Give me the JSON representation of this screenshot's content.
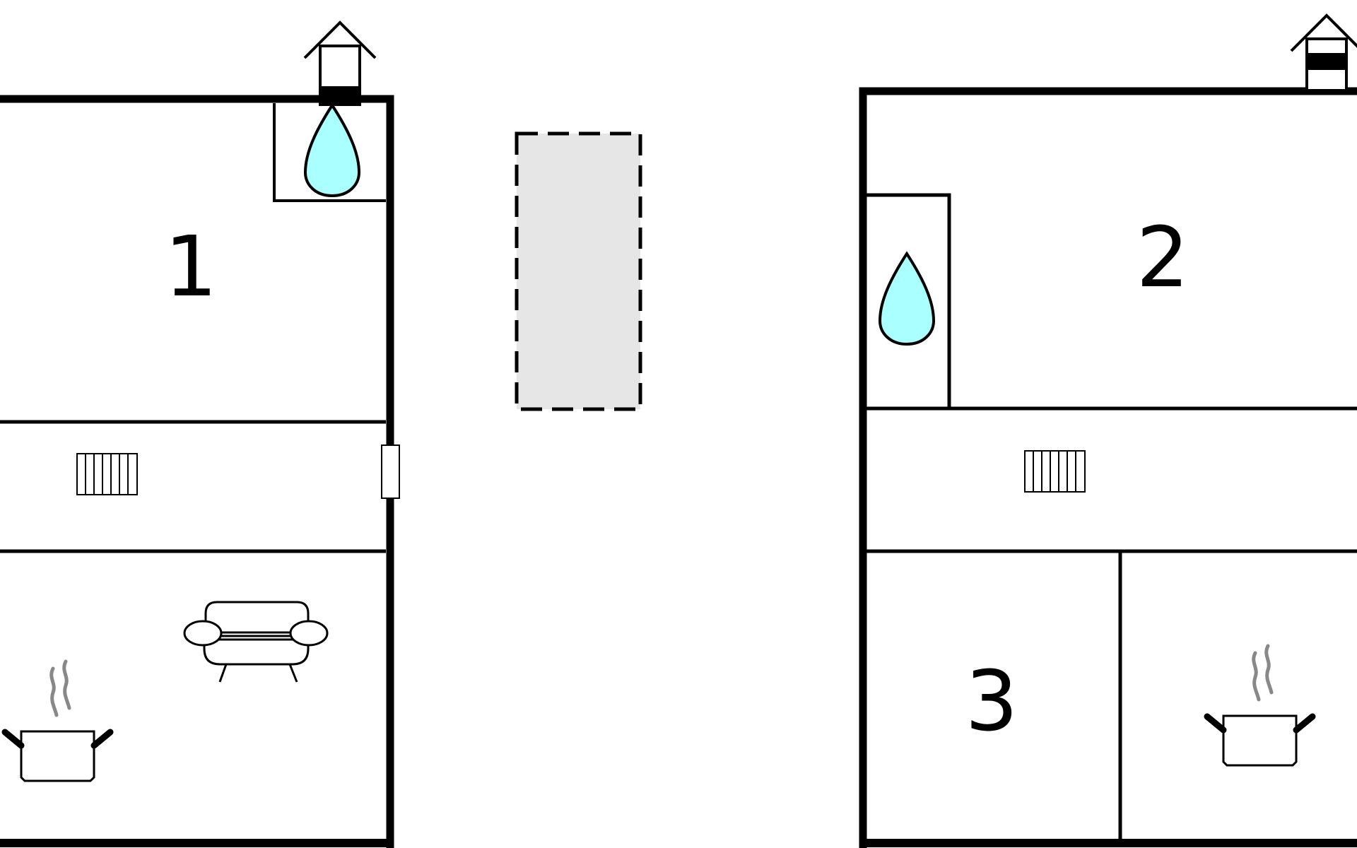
{
  "floorplan": {
    "room_labels": {
      "room_1": "1",
      "room_2": "2",
      "room_3": "3"
    },
    "icons": {
      "entrance": "house-entrance-icon",
      "bathroom": "water-drop-icon",
      "radiator": "radiator-icon",
      "sofa": "sofa-icon",
      "kitchen": "cooking-pot-icon",
      "outdoor_area": "dashed-outdoor-area"
    },
    "colors": {
      "wall": "#000000",
      "water_drop": "#aaffff",
      "outdoor_fill": "#e6e6e6",
      "steam": "#888888",
      "background": "#ffffff"
    }
  }
}
